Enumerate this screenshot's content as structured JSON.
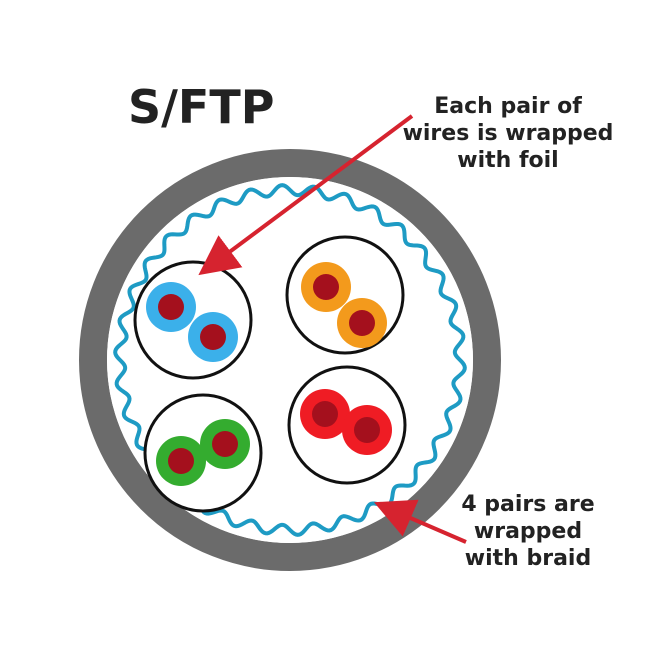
{
  "title": "S/FTP",
  "callouts": {
    "foil": {
      "lines": [
        "Each pair of",
        "wires is wrapped",
        "with foil"
      ]
    },
    "braid": {
      "lines": [
        "4 pairs are",
        "wrapped",
        "with braid"
      ]
    }
  },
  "colors": {
    "jacket": "#6b6b6b",
    "braid": "#1e9bc4",
    "foil_outline": "#111111",
    "conductor": "#a4101d",
    "arrow": "#d6232f",
    "text": "#222222",
    "pair_blue": "#3bb0ea",
    "pair_orange": "#f39a1c",
    "pair_green": "#34ac2f",
    "pair_red": "#ef1c24"
  },
  "pairs": [
    {
      "name": "blue",
      "insulation_color": "#3bb0ea"
    },
    {
      "name": "orange",
      "insulation_color": "#f39a1c"
    },
    {
      "name": "green",
      "insulation_color": "#34ac2f"
    },
    {
      "name": "red",
      "insulation_color": "#ef1c24"
    }
  ]
}
